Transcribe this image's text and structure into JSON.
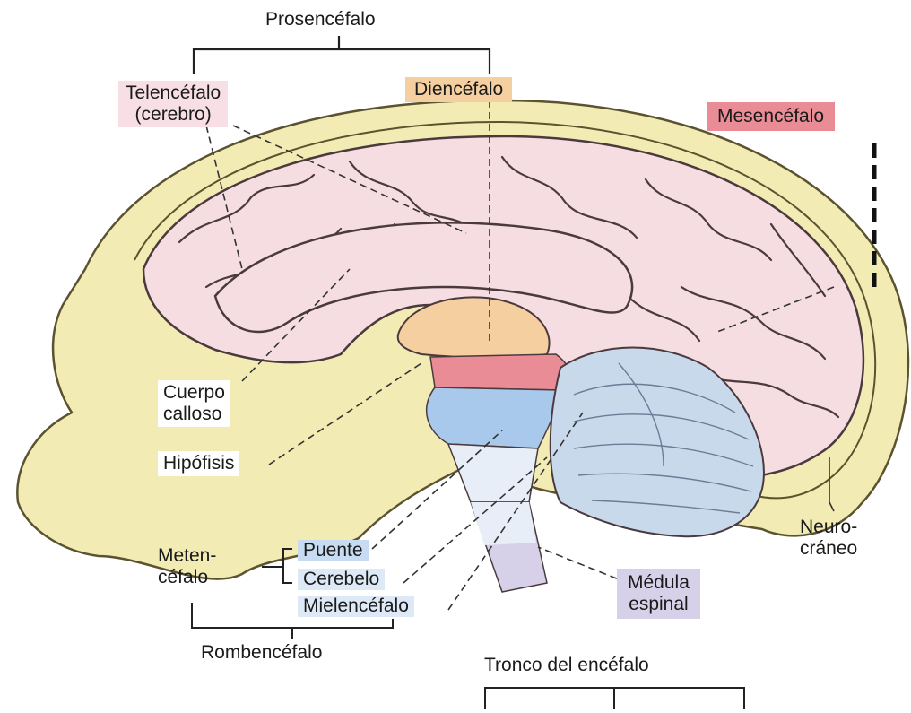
{
  "labels": {
    "prosencefalo": "Prosencéfalo",
    "telencefalo_l1": "Telencéfalo",
    "telencefalo_l2": "(cerebro)",
    "diencefalo": "Diencéfalo",
    "mesencefalo": "Mesencéfalo",
    "cuerpo_calloso_l1": "Cuerpo",
    "cuerpo_calloso_l2": "calloso",
    "hipofisis": "Hipófisis",
    "metencefalo_l1": "Meten-",
    "metencefalo_l2": "céfalo",
    "puente": "Puente",
    "cerebelo": "Cerebelo",
    "mielencefalo": "Mielencéfalo",
    "rombencefalo": "Rombencéfalo",
    "medula_l1": "Médula",
    "medula_l2": "espinal",
    "neurocraneo_l1": "Neuro-",
    "neurocraneo_l2": "cráneo",
    "tronco": "Tronco del encéfalo"
  },
  "colors": {
    "skull": "#f2ebb4",
    "skull_outline": "#5b5330",
    "cerebrum": "#f6dde2",
    "sulcus": "#4b3a3d",
    "diencephalon": "#f6cfa0",
    "midbrain": "#ea8c95",
    "pons": "#a8c8ec",
    "cerebellum": "#c9d9ec",
    "medulla": "#e8eef8",
    "spinal_cord": "#d6d0e8",
    "leader": "#333333"
  }
}
